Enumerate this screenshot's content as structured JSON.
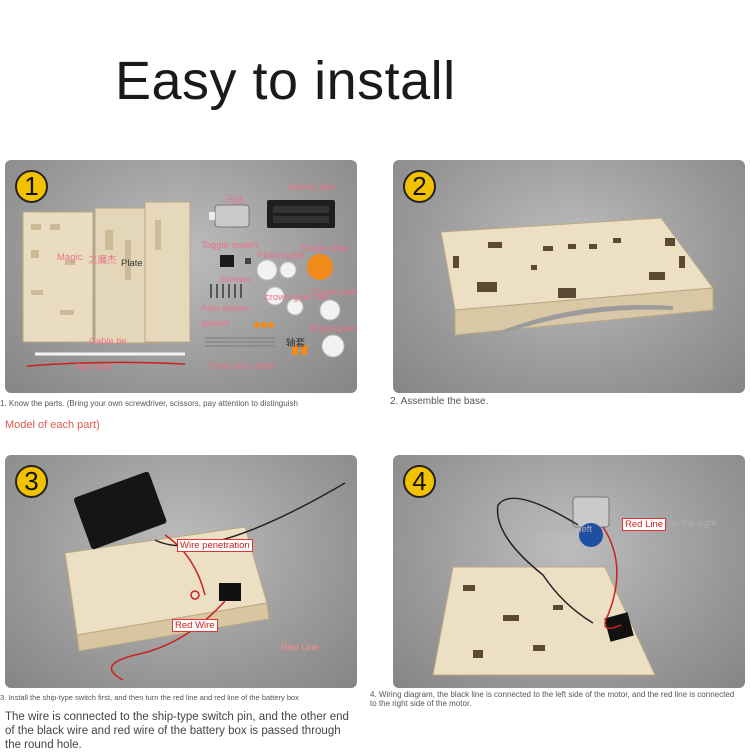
{
  "title": "Easy to install",
  "steps": [
    {
      "number": "1",
      "labels": {
        "magic": "Magic",
        "magic_cn": "之魔杰",
        "plate": "Plate",
        "motor_cn": "马达",
        "battery_box": "Battery Box",
        "switch": "Toggle switch",
        "pinion": "Pinion gear",
        "single_gear_1": "Single gear",
        "screws": "Screws",
        "crown_gear_set": "crown gear set",
        "crown_teeth": "Crown teeth",
        "axle_sleeve": "Axle sleeve",
        "gasket": "gasket",
        "single_gear_2": "Single gear",
        "shaft_cn": "轴套",
        "cable_tie": "Cable tie",
        "wire": "Red wire",
        "iron_shaft": "70mm iron shaft"
      },
      "caption": "1. Know the parts. (Bring your own screwdriver, scissors, pay attention to distinguish",
      "subnote": "Model of each part)"
    },
    {
      "number": "2",
      "caption": "2. Assemble the base."
    },
    {
      "number": "3",
      "labels": {
        "wire_penetration": "Wire penetration",
        "red_wire": "Red Wire",
        "red_line": "Red Line"
      },
      "caption": "3. Install the ship-type switch first, and then turn the red line and red line of the battery box",
      "paragraph": "The wire is connected to the ship-type switch pin, and the other end of the black wire and red wire of the battery box is passed through the round hole."
    },
    {
      "number": "4",
      "labels": {
        "black_line": "Black line on the left",
        "red_line": "Red Line",
        "red_line_suffix": "on the right"
      },
      "caption": "4. Wiring diagram, the black line is connected to the left side of the motor, and the red line is connected to the right side of the motor."
    }
  ]
}
